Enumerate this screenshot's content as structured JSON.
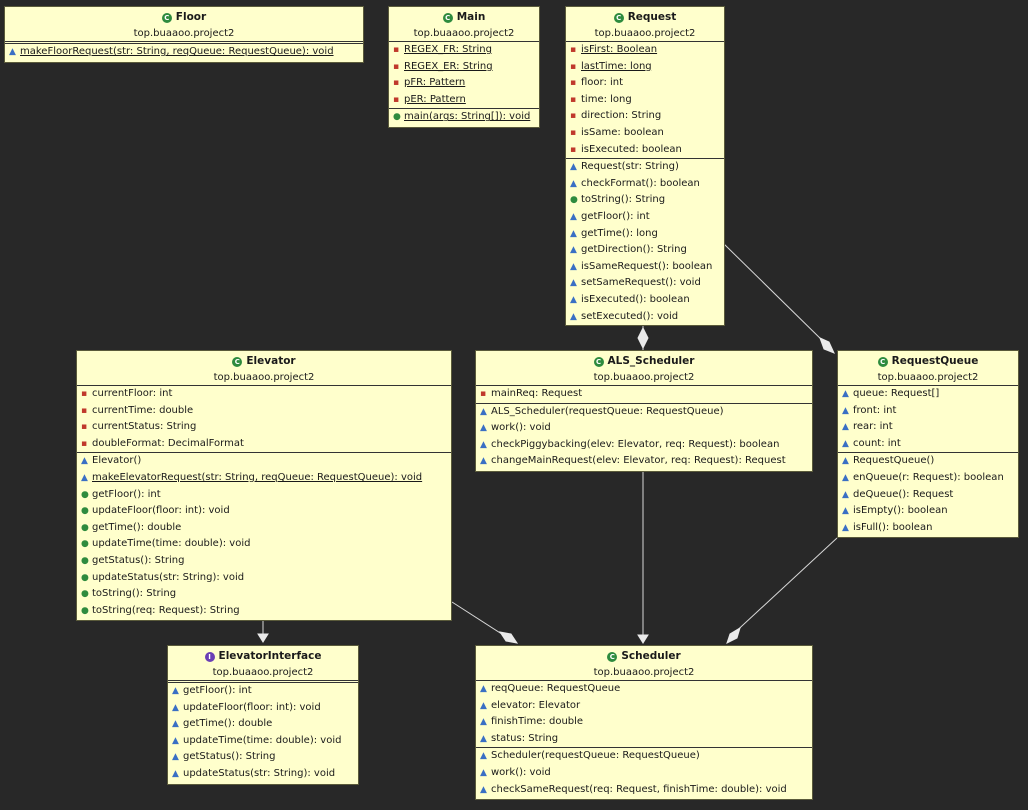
{
  "classes": {
    "floor": {
      "name": "Floor",
      "pkg": "top.buaaoo.project2",
      "methods": [
        "makeFloorRequest(str: String, reqQueue: RequestQueue): void"
      ]
    },
    "main": {
      "name": "Main",
      "pkg": "top.buaaoo.project2",
      "fields": [
        "REGEX_FR: String",
        "REGEX_ER: String",
        "pFR: Pattern",
        "pER: Pattern"
      ],
      "methods": [
        "main(args: String[]): void"
      ]
    },
    "request": {
      "name": "Request",
      "pkg": "top.buaaoo.project2",
      "fields": [
        "isFirst: Boolean",
        "lastTime: long",
        "floor: int",
        "time: long",
        "direction: String",
        "isSame: boolean",
        "isExecuted: boolean"
      ],
      "methods": [
        "Request(str: String)",
        "checkFormat(): boolean",
        "toString(): String",
        "getFloor(): int",
        "getTime(): long",
        "getDirection(): String",
        "isSameRequest(): boolean",
        "setSameRequest(): void",
        "isExecuted(): boolean",
        "setExecuted(): void"
      ]
    },
    "elevator": {
      "name": "Elevator",
      "pkg": "top.buaaoo.project2",
      "fields": [
        "currentFloor: int",
        "currentTime: double",
        "currentStatus: String",
        "doubleFormat: DecimalFormat"
      ],
      "methods": [
        "Elevator()",
        "makeElevatorRequest(str: String, reqQueue: RequestQueue): void",
        "getFloor(): int",
        "updateFloor(floor: int): void",
        "getTime(): double",
        "updateTime(time: double): void",
        "getStatus(): String",
        "updateStatus(str: String): void",
        "toString(): String",
        "toString(req: Request): String"
      ]
    },
    "als": {
      "name": "ALS_Scheduler",
      "pkg": "top.buaaoo.project2",
      "fields": [
        "mainReq: Request"
      ],
      "methods": [
        "ALS_Scheduler(requestQueue: RequestQueue)",
        "work(): void",
        "checkPiggybacking(elev: Elevator, req: Request): boolean",
        "changeMainRequest(elev: Elevator, req: Request): Request"
      ]
    },
    "queue": {
      "name": "RequestQueue",
      "pkg": "top.buaaoo.project2",
      "fields": [
        "queue: Request[]",
        "front: int",
        "rear: int",
        "count: int"
      ],
      "methods": [
        "RequestQueue()",
        "enQueue(r: Request): boolean",
        "deQueue(): Request",
        "isEmpty(): boolean",
        "isFull(): boolean"
      ]
    },
    "iface": {
      "name": "ElevatorInterface",
      "pkg": "top.buaaoo.project2",
      "methods": [
        "getFloor(): int",
        "updateFloor(floor: int): void",
        "getTime(): double",
        "updateTime(time: double): void",
        "getStatus(): String",
        "updateStatus(str: String): void"
      ]
    },
    "scheduler": {
      "name": "Scheduler",
      "pkg": "top.buaaoo.project2",
      "fields": [
        "reqQueue: RequestQueue",
        "elevator: Elevator",
        "finishTime: double",
        "status: String"
      ],
      "methods": [
        "Scheduler(requestQueue: RequestQueue)",
        "work(): void",
        "checkSameRequest(req: Request, finishTime: double): void"
      ]
    }
  },
  "colors": {
    "background": "#282828",
    "box": "#FFFFCC",
    "line": "#d8d8d8"
  }
}
